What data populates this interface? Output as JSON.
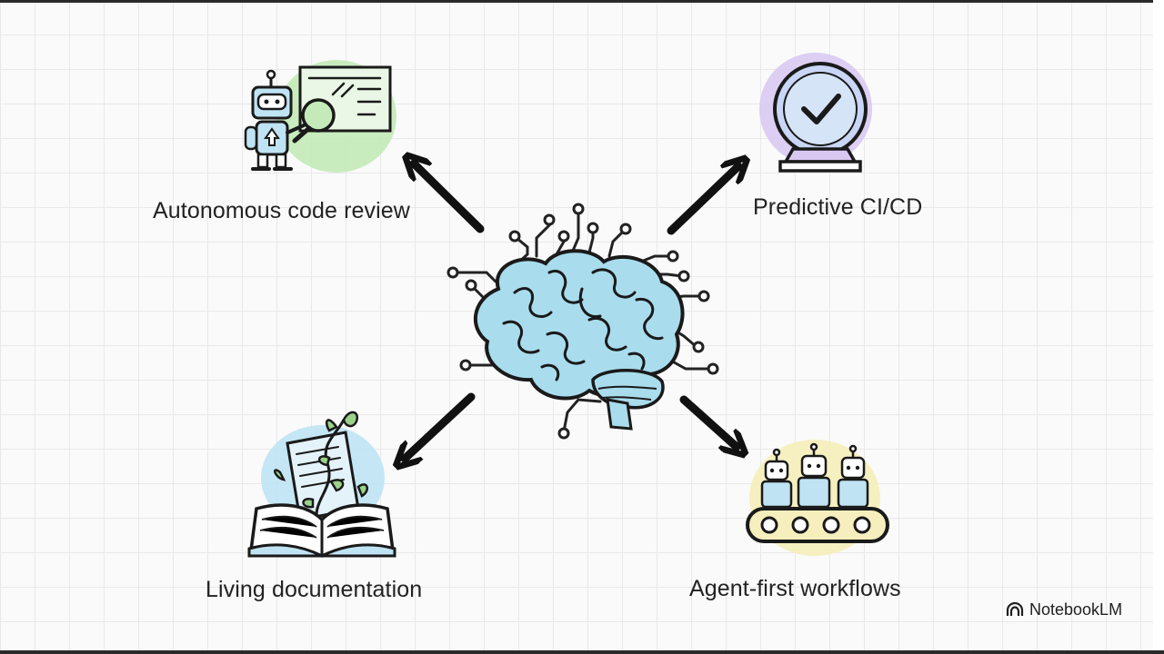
{
  "diagram": {
    "labels": {
      "top_left": "Autonomous code review",
      "top_right": "Predictive CI/CD",
      "bottom_left": "Living documentation",
      "bottom_right": "Agent-first workflows"
    },
    "icons": {
      "center": "brain-circuit-icon",
      "top_left": "robot-code-review-icon",
      "top_right": "crystal-ball-check-icon",
      "bottom_left": "book-with-plant-icon",
      "bottom_right": "robots-on-conveyor-icon"
    },
    "colors": {
      "brain": "#a9dced",
      "green_blob": "#c3eab8",
      "purple_blob": "#d9c9f2",
      "blue_blob": "#bfe3f3",
      "yellow_blob": "#f6efbd",
      "ink": "#111111"
    }
  },
  "branding": {
    "logo_text": "NotebookLM"
  }
}
